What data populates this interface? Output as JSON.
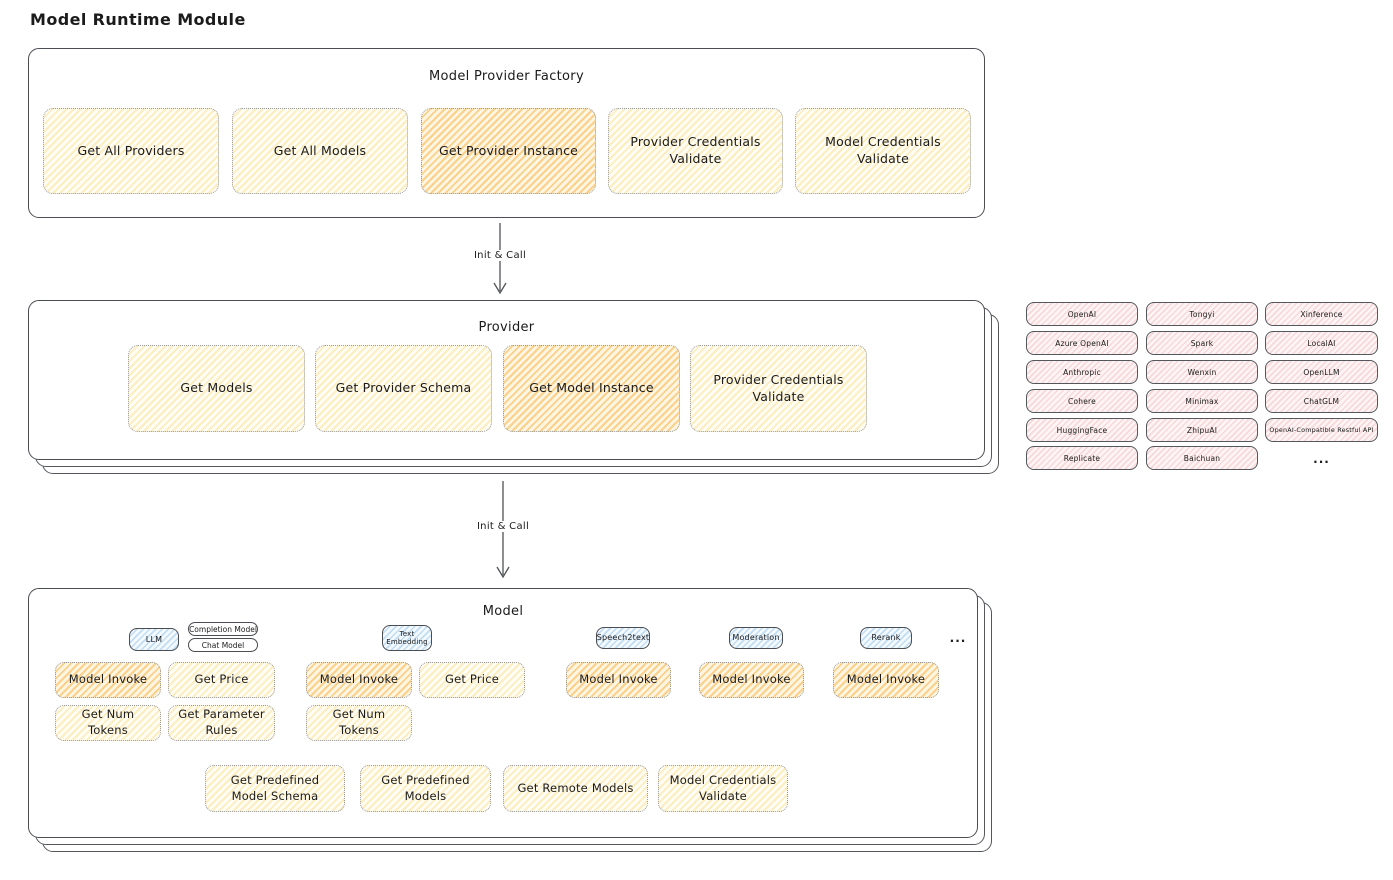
{
  "page_title": "Model Runtime Module",
  "colors": {
    "action_fill": "#fdf3d7",
    "action_highlight_fill": "#fbdba4",
    "model_type_fill": "#d9ecfb",
    "provider_chip_fill": "#fbe9e9",
    "stroke": "#4a4d52"
  },
  "factory": {
    "title": "Model Provider Factory",
    "buttons": [
      {
        "label": "Get All Providers",
        "highlighted": false
      },
      {
        "label": "Get All Models",
        "highlighted": false
      },
      {
        "label": "Get Provider Instance",
        "highlighted": true
      },
      {
        "label": "Provider Credentials Validate",
        "highlighted": false
      },
      {
        "label": "Model Credentials Validate",
        "highlighted": false
      }
    ]
  },
  "arrows": [
    {
      "label": "Init & Call"
    },
    {
      "label": "Init & Call"
    }
  ],
  "provider": {
    "title": "Provider",
    "buttons": [
      {
        "label": "Get Models",
        "highlighted": false
      },
      {
        "label": "Get Provider Schema",
        "highlighted": false
      },
      {
        "label": "Get Model Instance",
        "highlighted": true
      },
      {
        "label": "Provider Credentials Validate",
        "highlighted": false
      }
    ]
  },
  "providers_panel": {
    "chips": [
      "OpenAI",
      "Tongyi",
      "Xinference",
      "Azure OpenAI",
      "Spark",
      "LocalAI",
      "Anthropic",
      "Wenxin",
      "OpenLLM",
      "Cohere",
      "Minimax",
      "ChatGLM",
      "HuggingFace",
      "ZhipuAI",
      "OpenAI-Compatible Restful API",
      "Replicate",
      "Baichuan"
    ],
    "more": "..."
  },
  "model": {
    "title": "Model",
    "tabs": {
      "llm": "LLM",
      "completion_model": "Completion Model",
      "chat_model": "Chat Model",
      "text_embedding": "Text Embedding",
      "speech2text": "Speech2text",
      "moderation": "Moderation",
      "rerank": "Rerank",
      "more": "..."
    },
    "llm_actions": [
      {
        "label": "Model Invoke",
        "highlighted": true
      },
      {
        "label": "Get Price",
        "highlighted": false
      },
      {
        "label": "Get Num Tokens",
        "highlighted": false
      },
      {
        "label": "Get Parameter Rules",
        "highlighted": false
      }
    ],
    "text_embedding_actions": [
      {
        "label": "Model Invoke",
        "highlighted": true
      },
      {
        "label": "Get Price",
        "highlighted": false
      },
      {
        "label": "Get Num Tokens",
        "highlighted": false
      }
    ],
    "speech2text_actions": [
      {
        "label": "Model Invoke",
        "highlighted": true
      }
    ],
    "moderation_actions": [
      {
        "label": "Model Invoke",
        "highlighted": true
      }
    ],
    "rerank_actions": [
      {
        "label": "Model Invoke",
        "highlighted": true
      }
    ],
    "common_actions": [
      {
        "label": "Get Predefined Model Schema",
        "highlighted": false
      },
      {
        "label": "Get Predefined Models",
        "highlighted": false
      },
      {
        "label": "Get Remote Models",
        "highlighted": false
      },
      {
        "label": "Model Credentials Validate",
        "highlighted": false
      }
    ]
  }
}
